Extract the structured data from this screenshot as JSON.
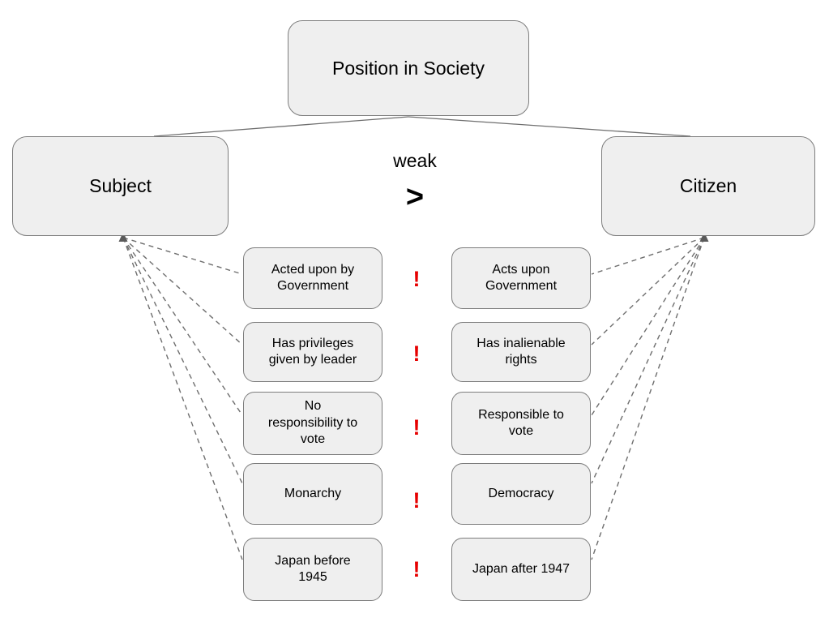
{
  "diagram": {
    "nodes": {
      "root": "Position in Society",
      "subject": "Subject",
      "citizen": "Citizen"
    },
    "comparison": {
      "modifier": "weak",
      "operator": ">",
      "marker": "!"
    },
    "rows": [
      {
        "left": "Acted upon by Government",
        "right": "Acts upon Government"
      },
      {
        "left": "Has privileges given by leader",
        "right": "Has inalienable rights"
      },
      {
        "left": "No responsibility to vote",
        "right": "Responsible to vote"
      },
      {
        "left": "Monarchy",
        "right": "Democracy"
      },
      {
        "left": "Japan before 1945",
        "right": "Japan after 1947"
      }
    ],
    "colors": {
      "background": "#ffffff",
      "box_fill": "#efefef",
      "box_border": "#7d7d7d",
      "connector": "#6e6e6e",
      "marker": "#e60000",
      "text": "#000000"
    }
  }
}
